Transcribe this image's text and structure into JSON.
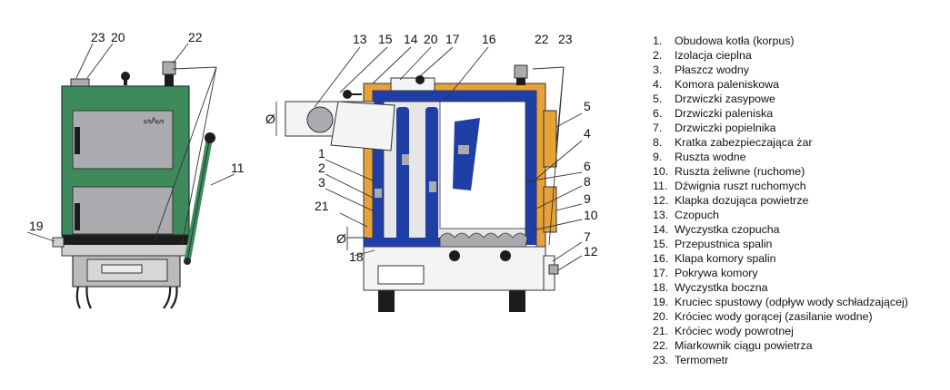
{
  "diagram": {
    "colors": {
      "casing_green": "#3f8a5c",
      "water_jacket_blue": "#1f3fa6",
      "insulation_orange": "#e8a23a",
      "steel_grey": "#a9abae",
      "chamber_grey": "#e6e6e6",
      "dark": "#1c1c1c"
    },
    "callouts": {
      "front": {
        "c23": "23",
        "c20": "20",
        "c22": "22",
        "c11": "11",
        "c19": "19"
      },
      "section": {
        "c13": "13",
        "c15": "15",
        "c14": "14",
        "c20": "20",
        "c17": "17",
        "c16": "16",
        "c22": "22",
        "c23": "23",
        "c5": "5",
        "c4": "4",
        "c6": "6",
        "c8": "8",
        "c9": "9",
        "c10": "10",
        "c7": "7",
        "c12": "12",
        "c1": "1",
        "c2": "2",
        "c3": "3",
        "c21": "21",
        "c18": "18"
      },
      "diameter_symbol": "Ø"
    },
    "legend": [
      {
        "num": "1.",
        "text": "Obudowa kotła (korpus)"
      },
      {
        "num": "2.",
        "text": "Izolacja cieplna"
      },
      {
        "num": "3.",
        "text": "Płaszcz wodny"
      },
      {
        "num": "4.",
        "text": "Komora paleniskowa"
      },
      {
        "num": "5.",
        "text": "Drzwiczki zasypowe"
      },
      {
        "num": "6.",
        "text": "Drzwiczki paleniska"
      },
      {
        "num": "7.",
        "text": "Drzwiczki popielnika"
      },
      {
        "num": "8.",
        "text": "Kratka zabezpieczająca żar"
      },
      {
        "num": "9.",
        "text": "Ruszta wodne"
      },
      {
        "num": "10.",
        "text": "Ruszta żeliwne (ruchome)"
      },
      {
        "num": "11.",
        "text": "Dźwignia ruszt ruchomych"
      },
      {
        "num": "12.",
        "text": "Klapka dozująca powietrze"
      },
      {
        "num": "13.",
        "text": "Czopuch"
      },
      {
        "num": "14.",
        "text": "Wyczystka czopucha"
      },
      {
        "num": "15.",
        "text": "Przepustnica spalin"
      },
      {
        "num": "16.",
        "text": "Klapa komory spalin"
      },
      {
        "num": "17.",
        "text": "Pokrywa komory"
      },
      {
        "num": "18.",
        "text": "Wyczystka boczna"
      },
      {
        "num": "19.",
        "text": "Kruciec spustowy (odpływ wody schładzającej)"
      },
      {
        "num": "20.",
        "text": "Króciec wody gorącej (zasilanie wodne)"
      },
      {
        "num": "21.",
        "text": "Króciec wody powrotnej"
      },
      {
        "num": "22.",
        "text": "Miarkownik ciągu powietrza"
      },
      {
        "num": "23.",
        "text": "Termometr"
      }
    ]
  }
}
